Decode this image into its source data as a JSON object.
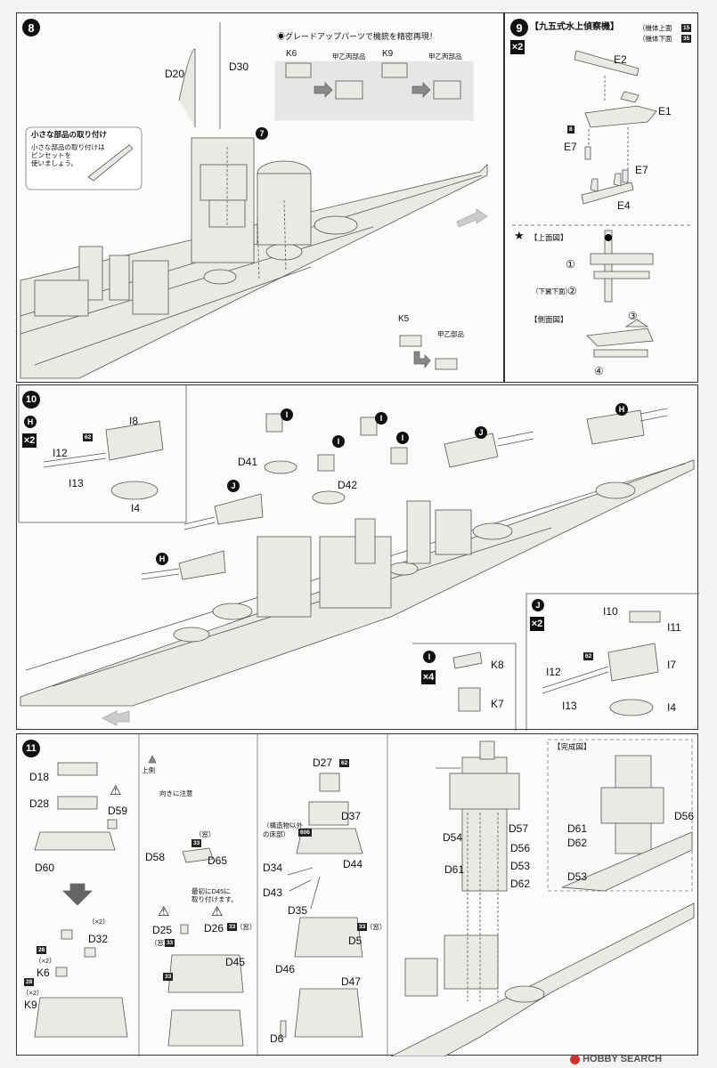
{
  "step8": {
    "num": "8",
    "upgrade_note": "◉グレードアップパーツで機銃を精密再現！",
    "k6": "K6",
    "k6_sub": "甲乙丙部品",
    "k9": "K9",
    "k9_sub": "甲乙丙部品",
    "d20": "D20",
    "d30": "D30",
    "ref7": "7",
    "tip_title": "小さな部品の取り付け",
    "tip_body": [
      "小さな部品の取り付けは",
      "ピンセットを",
      "使いましょう。"
    ],
    "k5": "K5",
    "k5_sub": "甲乙部品"
  },
  "step9": {
    "num": "9",
    "title": "【九五式水上偵察機】",
    "fuselage_upper": "（機体上面",
    "upper_code": "15",
    "fuselage_lower": "（機体下面",
    "lower_code": "35",
    "mult": "×2",
    "e1": "E1",
    "e2": "E2",
    "e4": "E4",
    "e7a": "E7",
    "e7b": "E7",
    "code8": "8",
    "top_view": "【上面図】",
    "lower_surface": "（下翼下面）",
    "side_view": "【側面図】",
    "c1": "①",
    "c2": "②",
    "c3": "③",
    "c4": "④"
  },
  "step10": {
    "num": "10",
    "h": "H",
    "mult_h": "×2",
    "i8": "I8",
    "i12": "I12",
    "i13": "I13",
    "i4": "I4",
    "code62": "62",
    "d41": "D41",
    "d42": "D42",
    "i_marks": [
      "I",
      "I",
      "I",
      "I"
    ],
    "j_marks": [
      "J",
      "J"
    ],
    "h_marks": [
      "H",
      "H"
    ],
    "i_box": "I",
    "mult_i": "×4",
    "k8": "K8",
    "k7": "K7",
    "j_box": "J",
    "mult_j": "×2",
    "i10": "I10",
    "i11": "I11",
    "i12b": "I12",
    "i7": "I7",
    "i13b": "I13",
    "i4b": "I4",
    "code62b": "62"
  },
  "step11": {
    "num": "11",
    "d18": "D18",
    "d28": "D28",
    "d59": "D59",
    "d60": "D60",
    "up_side": "上側",
    "mind_orientation": "向きに注意",
    "code28a": "28",
    "x2a": "（×2）",
    "d32": "D32",
    "k6": "K6",
    "code28b": "28",
    "x2b": "（×2）",
    "k9": "K9",
    "window": "（窓）",
    "code33a": "33",
    "d58": "D58",
    "d65": "D65",
    "first_attach": [
      "最初にD45に",
      "取り付けます。"
    ],
    "d25": "D25",
    "d25_win": "（窓）",
    "code33b": "33",
    "d26": "D26",
    "code33c": "33",
    "d26_win": "（窓）",
    "d45": "D45",
    "code33d": "33",
    "d27": "D27",
    "code62": "62",
    "d37": "D37",
    "non_struct": [
      "（構造物以外",
      "の床部）"
    ],
    "code606": "606",
    "d34": "D34",
    "d44": "D44",
    "d43": "D43",
    "d35": "D35",
    "d5": "D5",
    "code33e": "33",
    "d5_win": "（窓）",
    "d46": "D46",
    "d47": "D47",
    "d6": "D6",
    "d54": "D54",
    "d57": "D57",
    "d56": "D56",
    "d61": "D61",
    "d53": "D53",
    "d62": "D62",
    "complete": "【完成図】",
    "c_d56": "D56",
    "c_d61": "D61",
    "c_d62": "D62",
    "c_d53": "D53"
  },
  "watermark": "HOBBY SEARCH"
}
